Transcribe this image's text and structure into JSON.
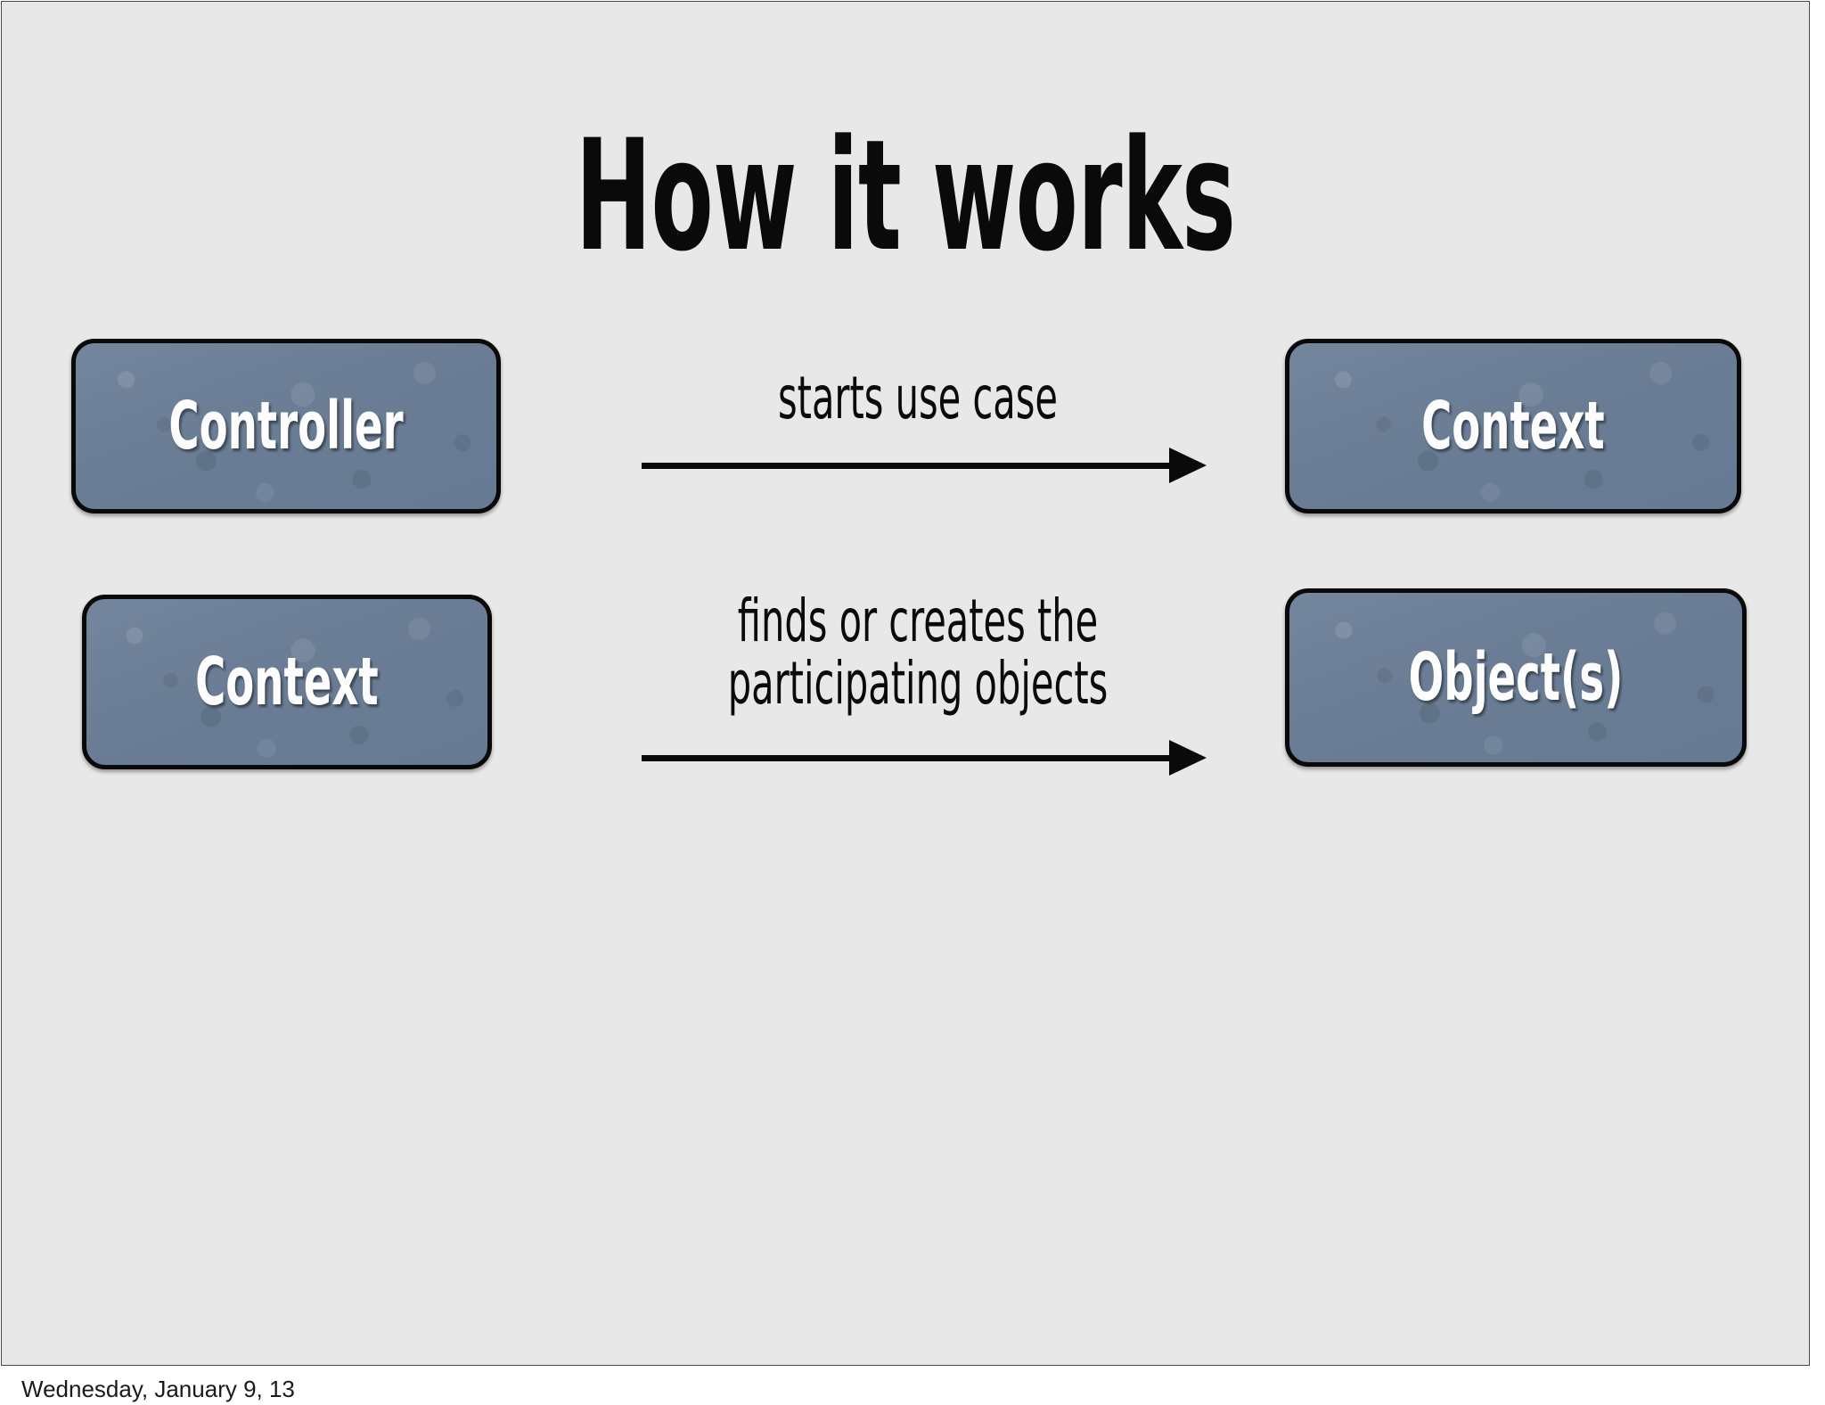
{
  "slide": {
    "title": "How it works",
    "background_color": "#e8e8e8",
    "border_color": "#4a4a4c",
    "footer": "Wednesday, January 9, 13"
  },
  "theme": {
    "box_fill": "#6b7e96",
    "box_border": "#090909",
    "box_text_color": "#fdfdfd",
    "arrow_color": "#0a0a0a",
    "title_color": "#0a0a0a"
  },
  "diagram": {
    "type": "flow",
    "rows": [
      {
        "source": "Controller",
        "relation": "starts use case",
        "target": "Context"
      },
      {
        "source": "Context",
        "relation_line_1": "finds or creates the",
        "relation_line_2": "participating objects",
        "target": "Object(s)"
      }
    ],
    "nodes": [
      {
        "id": "controller",
        "label": "Controller"
      },
      {
        "id": "context-right",
        "label": "Context"
      },
      {
        "id": "context-left",
        "label": "Context"
      },
      {
        "id": "objects",
        "label": "Object(s)"
      }
    ],
    "edges": [
      {
        "id": "edge-1",
        "label": "starts use case",
        "direction": "right"
      },
      {
        "id": "edge-2",
        "label_line_1": "finds or creates the",
        "label_line_2": "participating objects",
        "direction": "right"
      }
    ]
  }
}
